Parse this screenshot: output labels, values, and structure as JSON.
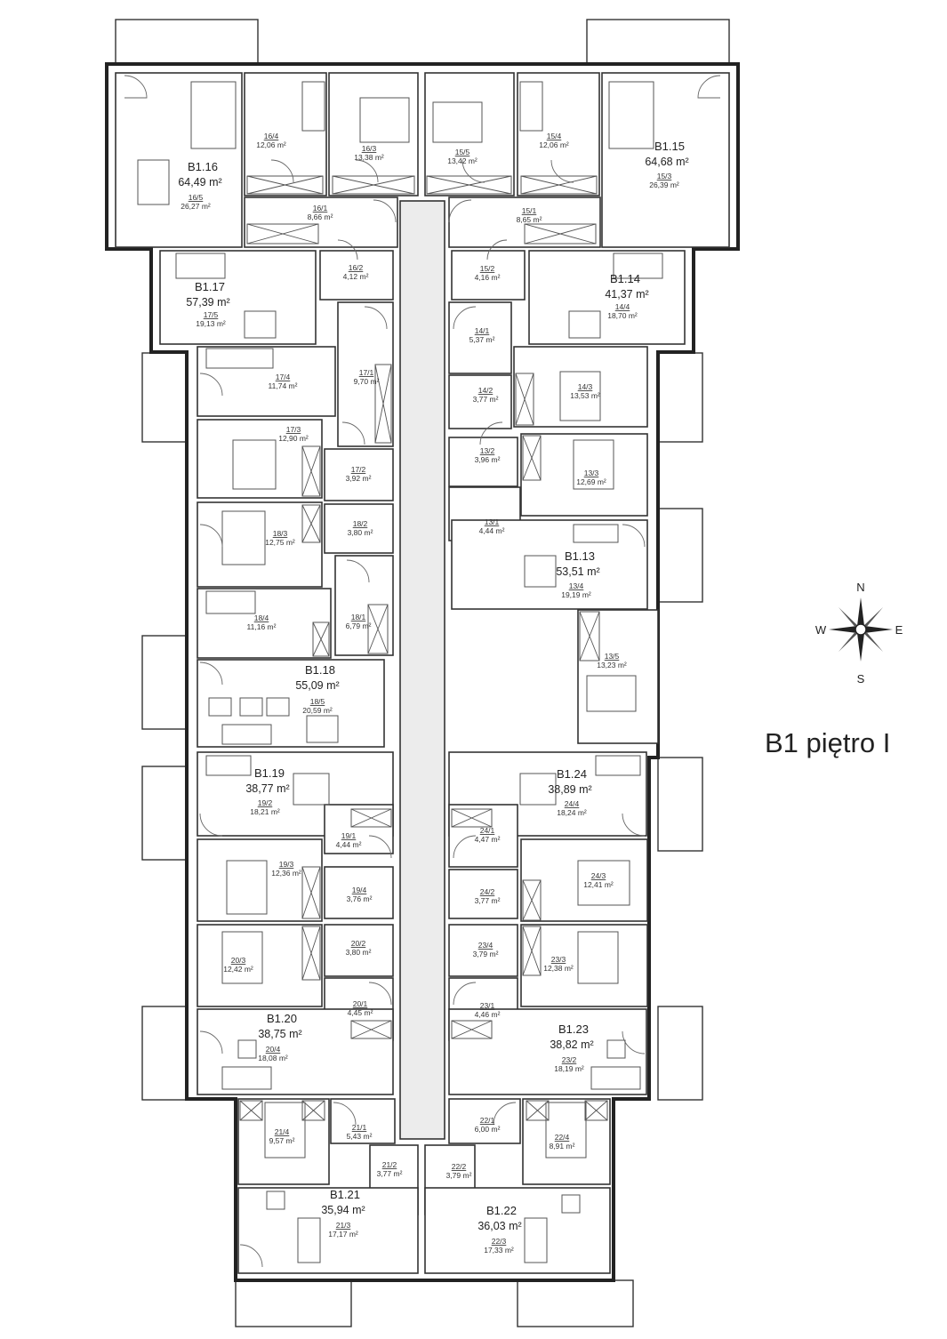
{
  "floor_title": "B1 piętro I",
  "compass": {
    "n": "N",
    "e": "E",
    "s": "S",
    "w": "W"
  },
  "apartments": [
    {
      "id": "B1.16",
      "area": "64,49 m²"
    },
    {
      "id": "B1.15",
      "area": "64,68 m²"
    },
    {
      "id": "B1.17",
      "area": "57,39 m²"
    },
    {
      "id": "B1.14",
      "area": "41,37 m²"
    },
    {
      "id": "B1.13",
      "area": "53,51 m²"
    },
    {
      "id": "B1.18",
      "area": "55,09 m²"
    },
    {
      "id": "B1.19",
      "area": "38,77 m²"
    },
    {
      "id": "B1.24",
      "area": "38,89 m²"
    },
    {
      "id": "B1.20",
      "area": "38,75 m²"
    },
    {
      "id": "B1.23",
      "area": "38,82 m²"
    },
    {
      "id": "B1.21",
      "area": "35,94 m²"
    },
    {
      "id": "B1.22",
      "area": "36,03 m²"
    }
  ],
  "rooms": [
    {
      "num": "16/4",
      "area": "12,06 m²"
    },
    {
      "num": "16/3",
      "area": "13,38 m²"
    },
    {
      "num": "15/5",
      "area": "13,42 m²"
    },
    {
      "num": "15/4",
      "area": "12,06 m²"
    },
    {
      "num": "16/5",
      "area": "26,27 m²"
    },
    {
      "num": "15/3",
      "area": "26,39 m²"
    },
    {
      "num": "16/1",
      "area": "8,66 m²"
    },
    {
      "num": "15/1",
      "area": "8,65 m²"
    },
    {
      "num": "16/2",
      "area": "4,12 m²"
    },
    {
      "num": "15/2",
      "area": "4,16 m²"
    },
    {
      "num": "17/5",
      "area": "19,13 m²"
    },
    {
      "num": "14/4",
      "area": "18,70 m²"
    },
    {
      "num": "14/1",
      "area": "5,37 m²"
    },
    {
      "num": "17/4",
      "area": "11,74 m²"
    },
    {
      "num": "17/1",
      "area": "9,70 m²"
    },
    {
      "num": "14/2",
      "area": "3,77 m²"
    },
    {
      "num": "14/3",
      "area": "13,53 m²"
    },
    {
      "num": "17/3",
      "area": "12,90 m²"
    },
    {
      "num": "17/2",
      "area": "3,92 m²"
    },
    {
      "num": "13/2",
      "area": "3,96 m²"
    },
    {
      "num": "13/3",
      "area": "12,69 m²"
    },
    {
      "num": "18/3",
      "area": "12,75 m²"
    },
    {
      "num": "18/2",
      "area": "3,80 m²"
    },
    {
      "num": "13/1",
      "area": "4,44 m²"
    },
    {
      "num": "13/4",
      "area": "19,19 m²"
    },
    {
      "num": "18/4",
      "area": "11,16 m²"
    },
    {
      "num": "18/1",
      "area": "6,79 m²"
    },
    {
      "num": "13/5",
      "area": "13,23 m²"
    },
    {
      "num": "18/5",
      "area": "20,59 m²"
    },
    {
      "num": "19/2",
      "area": "18,21 m²"
    },
    {
      "num": "24/4",
      "area": "18,24 m²"
    },
    {
      "num": "19/1",
      "area": "4,44 m²"
    },
    {
      "num": "24/1",
      "area": "4,47 m²"
    },
    {
      "num": "19/3",
      "area": "12,36 m²"
    },
    {
      "num": "19/4",
      "area": "3,76 m²"
    },
    {
      "num": "24/2",
      "area": "3,77 m²"
    },
    {
      "num": "24/3",
      "area": "12,41 m²"
    },
    {
      "num": "20/3",
      "area": "12,42 m²"
    },
    {
      "num": "20/2",
      "area": "3,80 m²"
    },
    {
      "num": "23/4",
      "area": "3,79 m²"
    },
    {
      "num": "23/3",
      "area": "12,38 m²"
    },
    {
      "num": "20/1",
      "area": "4,45 m²"
    },
    {
      "num": "23/1",
      "area": "4,46 m²"
    },
    {
      "num": "20/4",
      "area": "18,08 m²"
    },
    {
      "num": "23/2",
      "area": "18,19 m²"
    },
    {
      "num": "21/4",
      "area": "9,57 m²"
    },
    {
      "num": "21/1",
      "area": "5,43 m²"
    },
    {
      "num": "22/1",
      "area": "6,00 m²"
    },
    {
      "num": "22/4",
      "area": "8,91 m²"
    },
    {
      "num": "21/2",
      "area": "3,77 m²"
    },
    {
      "num": "22/2",
      "area": "3,79 m²"
    },
    {
      "num": "21/3",
      "area": "17,17 m²"
    },
    {
      "num": "22/3",
      "area": "17,33 m²"
    }
  ]
}
